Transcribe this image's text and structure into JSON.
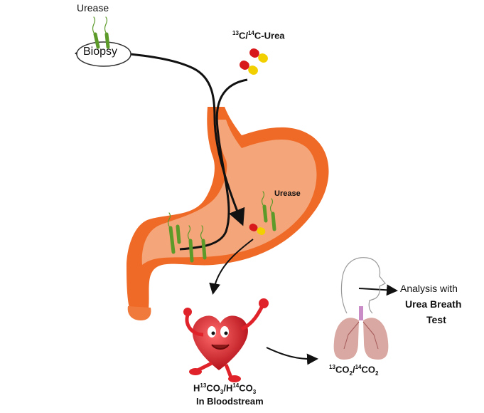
{
  "labels": {
    "urease_top": "Urease",
    "biopsy": "Biopsy",
    "urea_iso": "C/",
    "urea_iso2": "C-Urea",
    "iso13": "13",
    "iso14": "14",
    "urease_stomach": "Urease",
    "bicarb_h": "H",
    "bicarb_co3": "CO",
    "bicarb_sub": "3",
    "bicarb_slash": "/H",
    "bloodstream": "In Bloodstream",
    "co2_co": "CO",
    "co2_sub": "2",
    "co2_slash": "/",
    "analysis_line1": "Analysis with",
    "analysis_line2": "Urea Breath",
    "analysis_line3": "Test"
  },
  "colors": {
    "stomach_outer": "#ef6a26",
    "stomach_inner": "#f4a57a",
    "bacteria": "#5c9a2a",
    "capsule_red": "#d7191c",
    "capsule_yellow": "#f2d000",
    "heart": "#e0232a",
    "lung": "#d9a8a2",
    "trachea": "#c98cc7"
  }
}
